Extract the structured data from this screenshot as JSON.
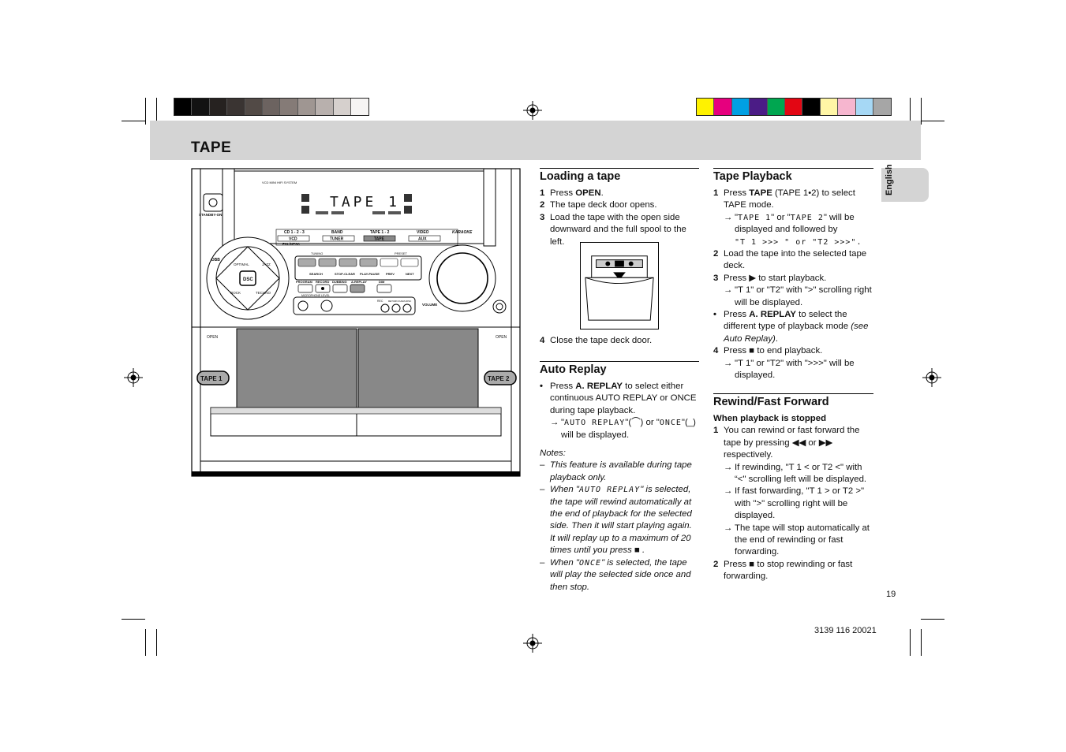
{
  "colors": {
    "grey_swatches": [
      "#000000",
      "#121212",
      "#262220",
      "#3a3432",
      "#524a46",
      "#6c6360",
      "#857b77",
      "#9f9692",
      "#b8b0ad",
      "#d6d0cd",
      "#f6f4f3"
    ],
    "color_swatches": [
      "#fff200",
      "#e6007e",
      "#00a0e3",
      "#4b1c86",
      "#00a650",
      "#e30613",
      "#000000",
      "#fff6a6",
      "#f6b6cf",
      "#a6d8f5",
      "#a6a6a6"
    ],
    "header_band": "#d4d4d4"
  },
  "page": {
    "title": "TAPE",
    "language_tab": "English",
    "page_number": "19",
    "doc_code": "3139 116 20021"
  },
  "device": {
    "brand_line": "VCD MINI HIFI SYSTEM",
    "display_text": "TAPE 1",
    "standby_label": "STANDBY-ON",
    "source_labels": [
      "CD 1 - 2 - 3",
      "BAND",
      "TAPE 1 - 2",
      "VIDEO"
    ],
    "source_sub_labels": [
      "VCD",
      "TUNER",
      "TAPE",
      "AUX"
    ],
    "pal_label": "PAL/NTSC",
    "karaoke_label": "KARAOKE",
    "tuning_label": "TUNING",
    "preset_label": "PRESET",
    "transport_labels": [
      "SEARCH",
      "STOP-CLEAR",
      "PLAY-PAUSE",
      "PREV",
      "NEXT"
    ],
    "record_labels": [
      "PROGRAM",
      "RECORD",
      "DUBBING",
      "A.REPLAY",
      "DIM"
    ],
    "mic_label": "MICROPHONE   LEVEL",
    "rec_label": "REC",
    "vol_label": "VOLUME",
    "dsc_label": "DSC",
    "dsc_ring": [
      "DBB",
      "OPTIMAL",
      "JAZZ",
      "ROCK",
      "TECHNO"
    ],
    "open_left": "OPEN",
    "open_right": "OPEN",
    "tape1_label": "TAPE  1",
    "tape2_label": "TAPE  2",
    "return_label": "RETURN  KARA  DISC"
  },
  "loading": {
    "heading": "Loading a tape",
    "step1_num": "1",
    "step1_pre": "Press ",
    "step1_bold": "OPEN",
    "step1_post": ".",
    "step2_num": "2",
    "step2": "The tape deck door opens.",
    "step3_num": "3",
    "step3": "Load the tape with the open side downward and the full spool to the left.",
    "step4_num": "4",
    "step4": "Close the tape deck door."
  },
  "auto_replay": {
    "heading": "Auto Replay",
    "bullet_pre": "Press ",
    "bullet_bold": "A. REPLAY",
    "bullet_post": " to select either continuous AUTO REPLAY or ONCE during tape playback.",
    "arrow_lcd1": "AUTO REPLAY",
    "arrow_mid": "\"(",
    "arrow_or": ") or \"",
    "arrow_lcd2": "ONCE",
    "arrow_end": "\"(",
    "arrow_tail": ")  will be displayed.",
    "notes_label": "Notes:",
    "note1": "This feature is available during tape playback only.",
    "note2_pre": "When \"",
    "note2_lcd": "AUTO REPLAY",
    "note2_post": "\" is selected, the tape will rewind automatically at the end of playback for the selected side. Then it will start playing again. It will replay up to a maximum of 20 times until you press",
    "note3_pre": "When \"",
    "note3_lcd": "ONCE",
    "note3_post": "\" is selected, the tape will play the selected side once and then stop."
  },
  "playback": {
    "heading": "Tape Playback",
    "s1_num": "1",
    "s1_pre": "Press ",
    "s1_bold": "TAPE",
    "s1_post": "  (TAPE 1•2) to select TAPE mode.",
    "s1_arrow_a": "\"",
    "s1_lcd_a": "TAPE  1",
    "s1_arrow_b": "\" or \"",
    "s1_lcd_b": "TAPE 2",
    "s1_arrow_c": "\" will be displayed and followed by",
    "s1_lcd_c": "\"T 1 >>> \" or \"T2 >>>\".",
    "s2_num": "2",
    "s2": "Load the tape into the selected tape deck.",
    "s3_num": "3",
    "s3_pre": "Press",
    "s3_post": "to start playback.",
    "s3_arrow": "\"T 1\"  or \"T2\" with \">\" scrolling right will be displayed.",
    "bullet_pre": "Press ",
    "bullet_bold": "A. REPLAY",
    "bullet_post": " to select the different type of playback mode ",
    "bullet_italic": "(see Auto Replay)",
    "bullet_end": ".",
    "s4_num": "4",
    "s4_pre": "Press",
    "s4_post": "to end playback.",
    "s4_arrow": "\"T 1\"  or \"T2\" with \">>>\" will be displayed."
  },
  "rewind": {
    "heading": "Rewind/Fast Forward",
    "subheading": "When playback is stopped",
    "r1_num": "1",
    "r1": "You can rewind or fast forward the tape by pressing ◀◀ or ▶▶ respectively.",
    "r1_a1": "If rewinding, \"T 1 < or T2 <\" with “<\" scrolling left will be displayed.",
    "r1_a2": "If fast forwarding, \"T 1 > or T2 >\" with \">\" scrolling right will be displayed.",
    "r1_a3": "The tape will stop automatically at the end of rewinding or fast forwarding.",
    "r2_num": "2",
    "r2_pre": "Press",
    "r2_post": "to stop rewinding or fast forwarding."
  }
}
